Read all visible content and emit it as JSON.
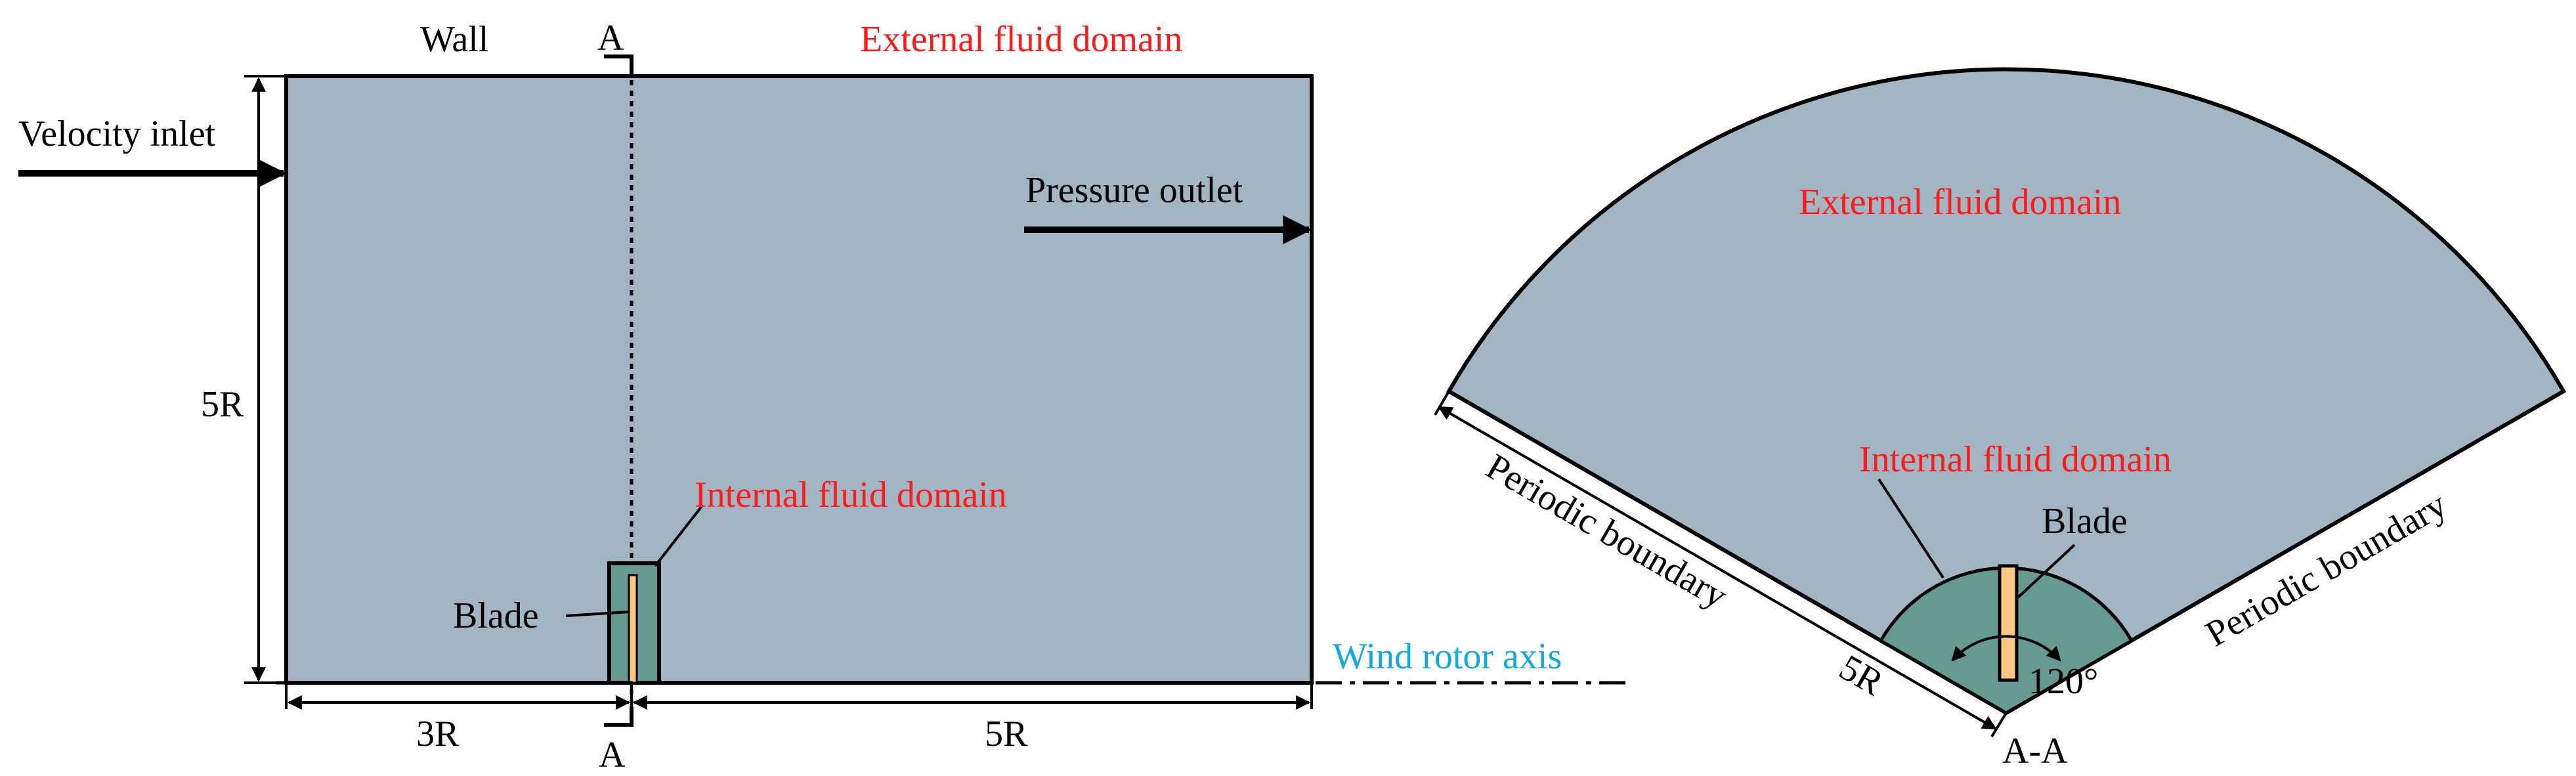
{
  "colors": {
    "domain_fill": "#a2b5c2",
    "internal_fill": "#669b92",
    "blade_fill": "#ffc77f",
    "red_text": "#ff1a1a",
    "blue_text": "#11a9e6",
    "line": "#000000"
  },
  "side_view": {
    "wall": "Wall",
    "section_top": "A",
    "section_bottom": "A",
    "external": "External fluid domain",
    "velocity_inlet": "Velocity inlet",
    "pressure_outlet": "Pressure outlet",
    "height_dim": "5R",
    "internal": "Internal fluid domain",
    "blade": "Blade",
    "axis": "Wind rotor axis",
    "upstream_dim": "3R",
    "downstream_dim": "5R"
  },
  "section_view": {
    "external": "External fluid domain",
    "internal": "Internal fluid domain",
    "blade": "Blade",
    "periodic_left": "Periodic boundary",
    "periodic_right": "Periodic boundary",
    "radius_dim": "5R",
    "angle": "120°",
    "section_name": "A-A"
  }
}
